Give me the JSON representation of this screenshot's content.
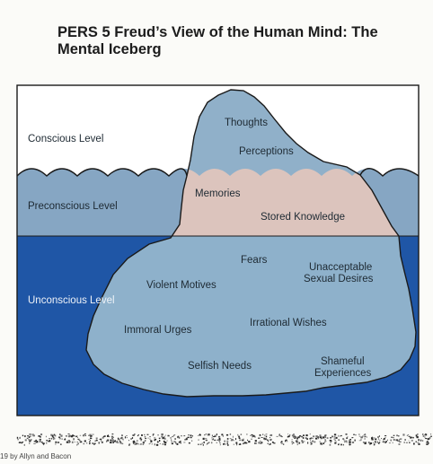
{
  "title": "PERS 5    Freud’s View of the Human Mind:  The Mental Iceberg",
  "levels": {
    "conscious": "Conscious Level",
    "preconscious": "Preconscious Level",
    "unconscious": "Unconscious Level"
  },
  "iceberg_labels": {
    "thoughts": "Thoughts",
    "perceptions": "Perceptions",
    "memories": "Memories",
    "stored_knowledge": "Stored Knowledge",
    "fears": "Fears",
    "unacceptable_line1": "Unacceptable",
    "unacceptable_line2": "Sexual Desires",
    "violent_motives": "Violent Motives",
    "immoral_urges": "Immoral Urges",
    "irrational_wishes": "Irrational Wishes",
    "selfish_needs": "Selfish Needs",
    "shameful_line1": "Shameful",
    "shameful_line2": "Experiences"
  },
  "credit": "19 by Allyn and Bacon",
  "colors": {
    "sky": "#ffffff",
    "preconscious_water": "#86a6c3",
    "deep_water": "#1f56a6",
    "iceberg_tip": "#90b0c9",
    "iceberg_middle": "#dcc4bd",
    "iceberg_base": "#8eb1cb"
  }
}
